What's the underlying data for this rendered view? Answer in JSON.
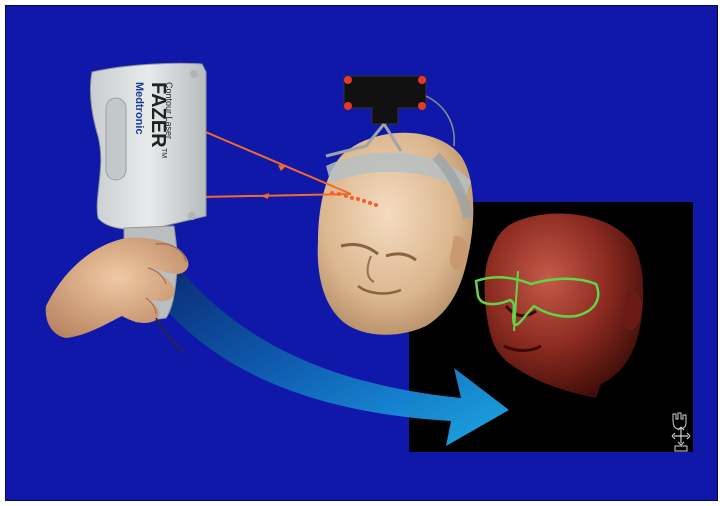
{
  "slide": {
    "background_color": "#0f18a8",
    "device": {
      "brand": "Medtronic",
      "model": "FAZER",
      "trademark": "TM",
      "subtitle": "Contour Laser"
    },
    "laser_color": "#f06a2a",
    "arrow_color": "#1aa0e8",
    "scan_overlay_color": "#63d34a",
    "viewer_icons": [
      "hand-icon",
      "move-icon",
      "zoom-icon"
    ]
  }
}
